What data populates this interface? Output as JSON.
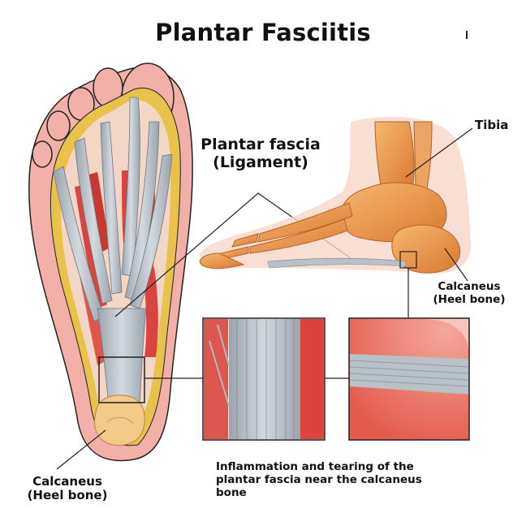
{
  "title": "Plantar Fasciitis",
  "labels": {
    "plantar_fascia_line1": "Plantar fascia",
    "plantar_fascia_line2": "(Ligament)",
    "tibia": "Tibia",
    "calcaneus_right_line1": "Calcaneus",
    "calcaneus_right_line2": "(Heel bone)",
    "calcaneus_left_line1": "Calcaneus",
    "calcaneus_left_line2": "(Heel bone)"
  },
  "caption": {
    "line1": "Inflammation and tearing of the",
    "line2": "plantar fascia near the calcaneus",
    "line3": "bone"
  },
  "colors": {
    "skin": "#f2b0a8",
    "fat_yellow": "#e8c24a",
    "muscle_red": "#d9453e",
    "fascia_gray": "#b8c0c8",
    "bone_orange": "#eb9a4e",
    "heel_bone": "#f3c98a",
    "outline": "#222222"
  }
}
